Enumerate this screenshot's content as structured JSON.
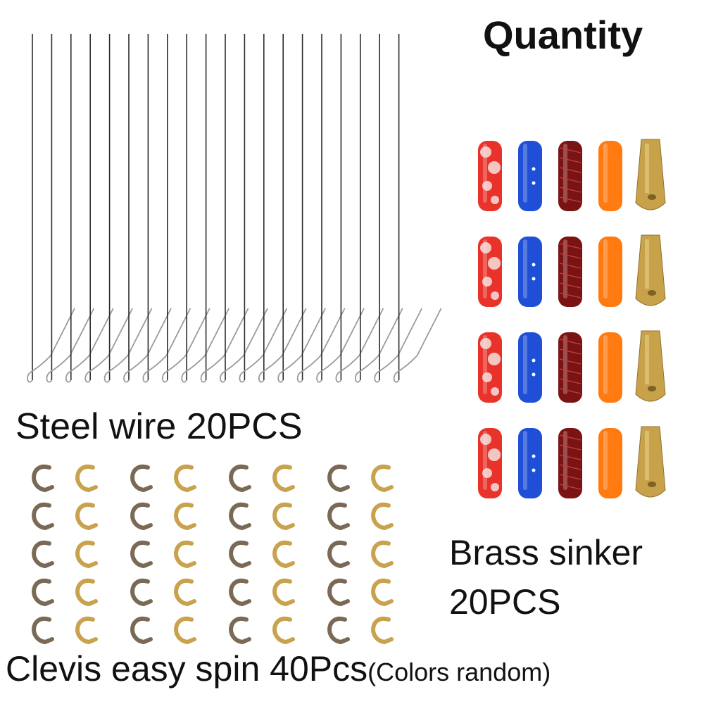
{
  "title": "Quantity",
  "wire": {
    "label": "Steel wire 20PCS",
    "count": 20
  },
  "sinker": {
    "label_line1": "Brass sinker",
    "label_line2": "20PCS",
    "rows": 4,
    "colors": [
      "#e8322a",
      "#1f4fd6",
      "#7a1414",
      "#ff7a10",
      "#c8a24a"
    ]
  },
  "clevis": {
    "label": "Clevis easy spin 40Pcs",
    "note": "(Colors random)",
    "count": 40,
    "colors": [
      "#7a6a55",
      "#c9a24e"
    ]
  }
}
